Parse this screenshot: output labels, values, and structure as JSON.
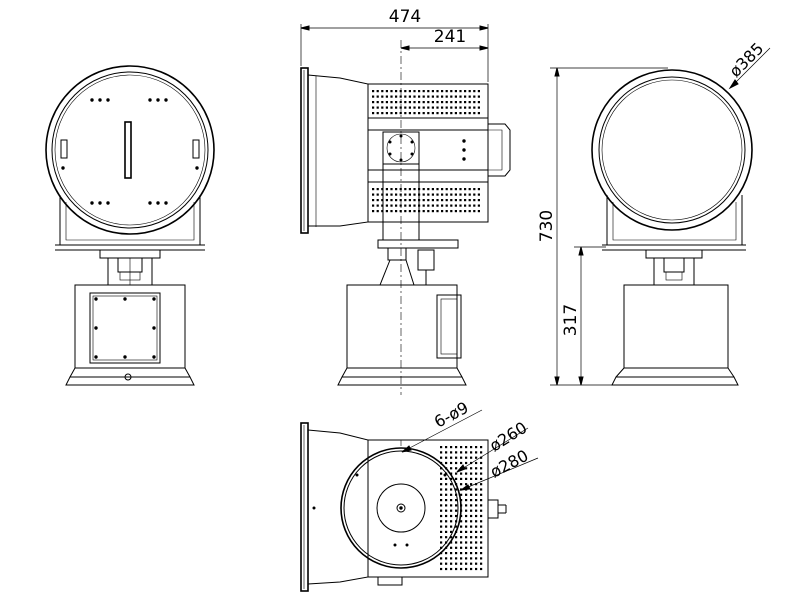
{
  "drawing": {
    "dimensions": {
      "total_length": "474",
      "rear_length": "241",
      "lamp_diameter": "ø385",
      "total_height": "730",
      "base_height": "317",
      "mount_holes": "6-ø9",
      "flange_inner": "ø260",
      "flange_outer": "ø280"
    },
    "colors": {
      "line": "#000000",
      "background": "#ffffff"
    }
  }
}
